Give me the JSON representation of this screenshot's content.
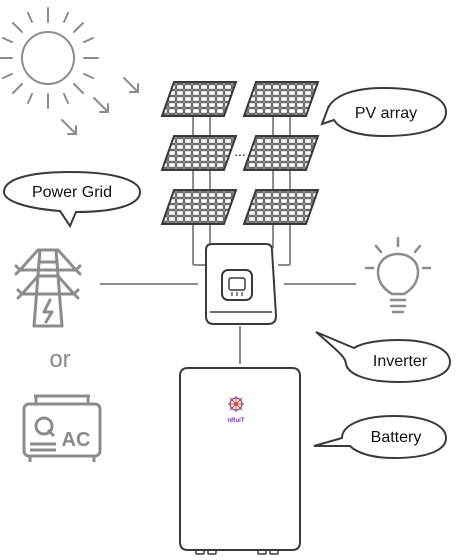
{
  "labels": {
    "pv_array": "PV array",
    "power_grid": "Power Grid",
    "or": "or",
    "inverter": "Inverter",
    "battery": "Battery",
    "generator": "AC",
    "brand": "nRuiT",
    "ellipsis": "..."
  },
  "icons": {
    "sun": "sun-icon",
    "grid": "power-tower-icon",
    "generator": "generator-icon",
    "bulb": "light-bulb-icon"
  },
  "colors": {
    "line": "#8c8c8c",
    "outline": "#3a3a3a",
    "panel_cell": "#ffffff",
    "brand": "#6a3aa0"
  }
}
